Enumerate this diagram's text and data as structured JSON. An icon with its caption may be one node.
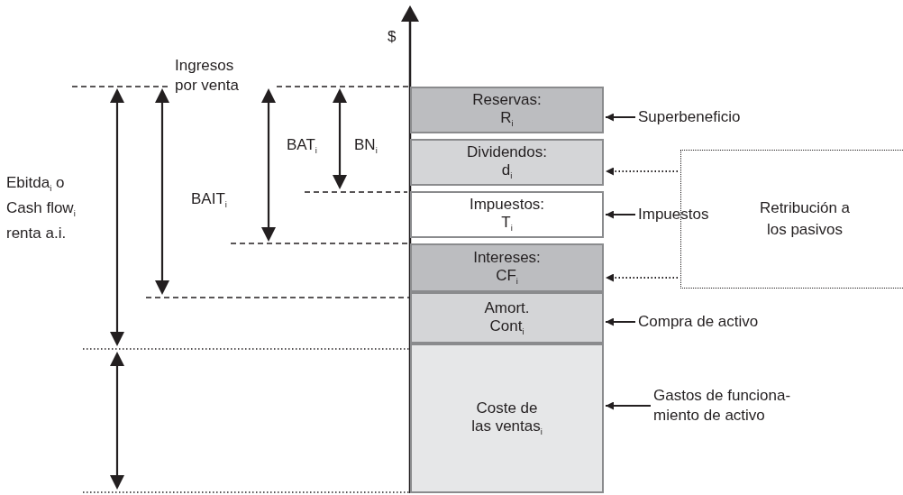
{
  "diagram": {
    "nodes": [
      {
        "text": [
          "Reservas: R$_{i}$"
        ]
      },
      {
        "text": [
          "Dividendos: d$_{i}$"
        ]
      },
      {
        "text": [
          "Impuestos: T$_{i}$"
        ]
      },
      {
        "text": [
          "Intereses: CF$_{i}$"
        ]
      },
      {
        "text": [
          "Amort. Cont$_{i}$"
        ]
      },
      {
        "text": [
          "Coste de las ventas$_{i}$"
        ]
      },
      {
        "text": [
          "Superbeneficio"
        ]
      },
      {
        "text": [
          "Impuestos"
        ]
      },
      {
        "text": [
          "Compra de activo"
        ]
      },
      {
        "text": [
          "Gastos de funciona- miento de activo"
        ]
      },
      {
        "text": [
          "Retribución a los pasivos"
        ]
      }
    ],
    "edges": [
      {
        "from": 6,
        "to": 0,
        "arrow": "to"
      },
      {
        "from": 10,
        "to": 1,
        "arrow": "to",
        "style": "dashed"
      },
      {
        "from": 7,
        "to": 2,
        "arrow": "to"
      },
      {
        "from": 10,
        "to": 3,
        "arrow": "to",
        "style": "dashed"
      },
      {
        "from": 8,
        "to": 4,
        "arrow": "to"
      },
      {
        "from": 9,
        "to": 5,
        "arrow": "to"
      }
    ],
    "labels": [
      "$",
      "Ingresos por venta",
      "BAT$_{i}$",
      "BN$_{i}$",
      "BAIT$_{i}$",
      "Ebitda$_{i}$ o Cash flow$_{i}$ renta a.i."
    ]
  }
}
